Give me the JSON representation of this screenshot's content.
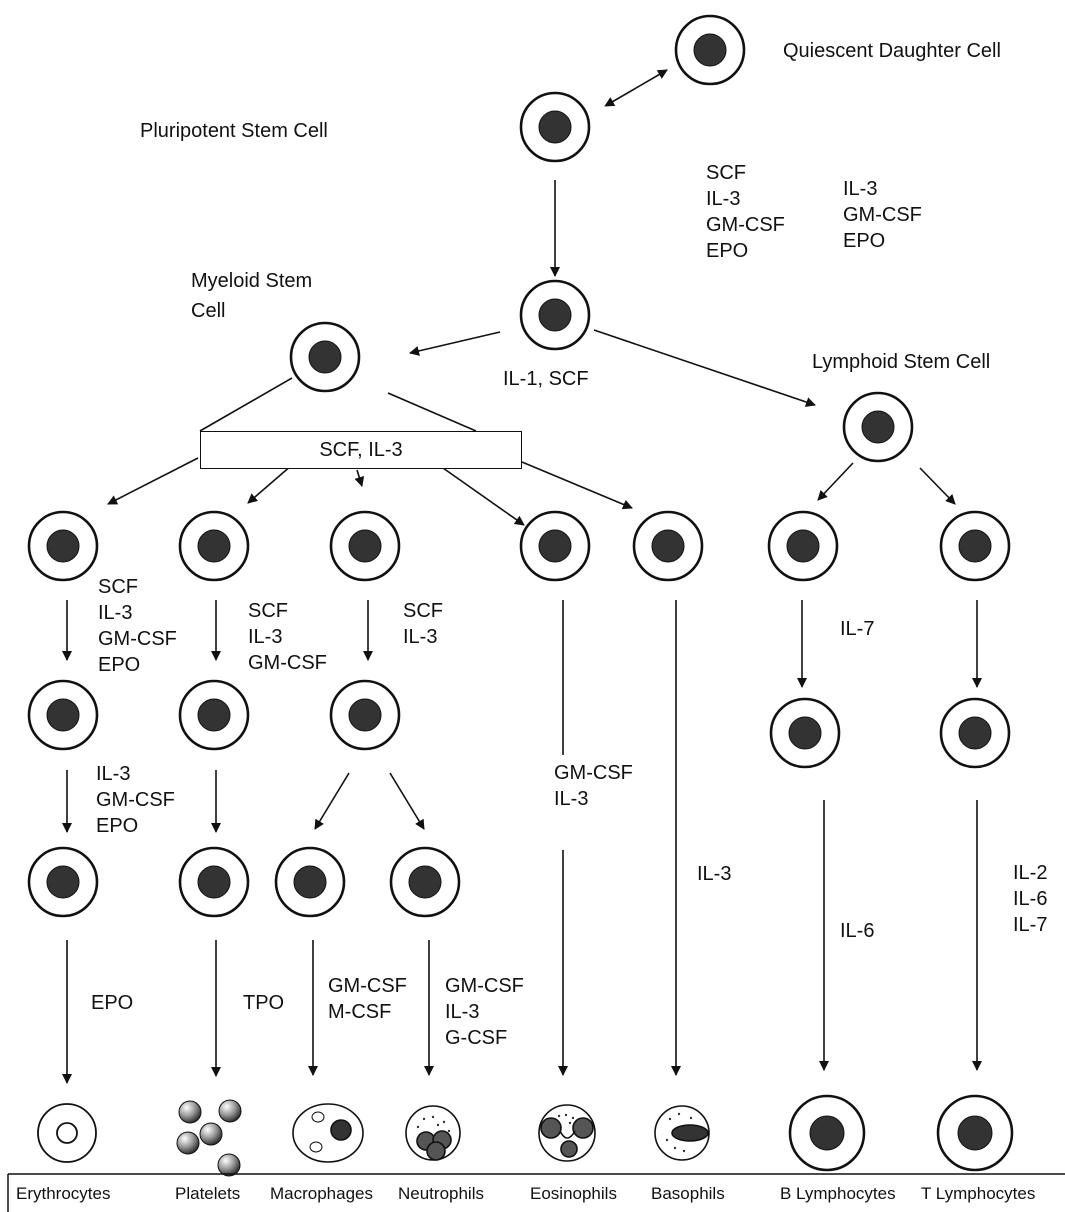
{
  "title_quiescent": "Quiescent Daughter Cell",
  "title_pluripotent": "Pluripotent Stem Cell",
  "title_myeloid": "Myeloid Stem\nCell",
  "title_lymphoid": "Lymphoid Stem Cell",
  "factors": {
    "top_left": "SCF\nIL-3\nGM-CSF\nEPO",
    "top_right": "IL-3\nGM-CSF\nEPO",
    "center": "IL-1, SCF",
    "box": "SCF, IL-3",
    "ery1": "SCF\nIL-3\nGM-CSF\nEPO",
    "plt1": "SCF\nIL-3\nGM-CSF",
    "mono1": "SCF\nIL-3",
    "ery2": "IL-3\nGM-CSF\nEPO",
    "eos": "GM-CSF\nIL-3",
    "baso": "IL-3",
    "b1": "IL-7",
    "b2": "IL-6",
    "t2": "IL-2\nIL-6\nIL-7",
    "ery3": "EPO",
    "plt3": "TPO",
    "mac": "GM-CSF\nM-CSF",
    "neu": "GM-CSF\nIL-3\nG-CSF"
  },
  "cell_types": [
    "Erythrocytes",
    "Platelets",
    "Macrophages",
    "Neutrophils",
    "Eosinophils",
    "Basophils",
    "B Lymphocytes",
    "T Lymphocytes"
  ],
  "colors": {
    "nucleus": "#333333",
    "stroke": "#111111"
  }
}
